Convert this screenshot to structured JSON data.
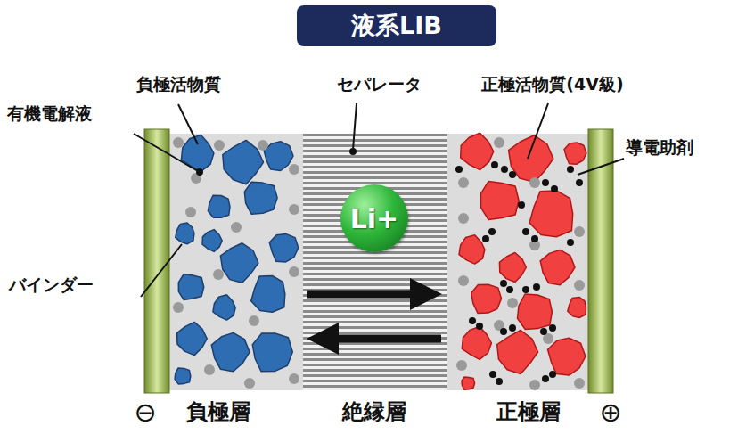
{
  "diagram": {
    "title": "液系LIB",
    "nodes": [
      {
        "text": [
          "Li+"
        ]
      }
    ],
    "labels": [
      "負極活物質",
      "セパレータ",
      "正極活物質(4V級)",
      "導電助剤",
      "有機電解液",
      "バインダー",
      "⊖",
      "負極層",
      "絶縁層",
      "正極層",
      "⊕"
    ]
  }
}
